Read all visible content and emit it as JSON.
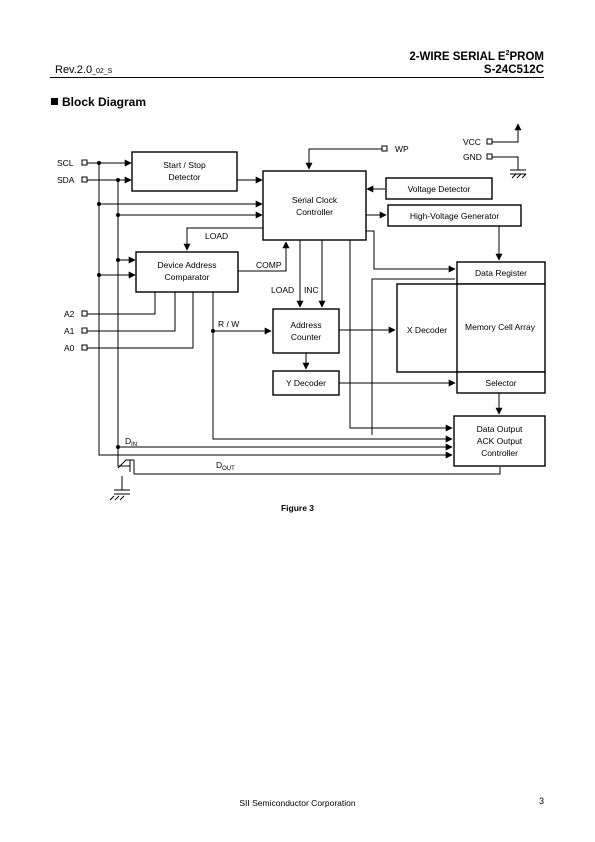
{
  "header": {
    "revision": "Rev.2.0",
    "revision_suffix": "_02_S",
    "title_main": "2-WIRE SERIAL E",
    "title_sup": "2",
    "title_tail": "PROM",
    "part_number": "S-24C512C"
  },
  "section_title": "Block Diagram",
  "diagram": {
    "blocks": {
      "start_stop": [
        "Start / Stop",
        "Detector"
      ],
      "serial_clock": [
        "Serial Clock",
        "Controller"
      ],
      "voltage_detector": [
        "Voltage Detector"
      ],
      "hv_generator": [
        "High-Voltage Generator"
      ],
      "device_addr": [
        "Device Address",
        "Comparator"
      ],
      "data_register": [
        "Data Register"
      ],
      "x_decoder": [
        "X Decoder"
      ],
      "memory_array": [
        "Memory Cell Array"
      ],
      "address_counter": [
        "Address",
        "Counter"
      ],
      "y_decoder": [
        "Y Decoder"
      ],
      "selector": [
        "Selector"
      ],
      "data_output": [
        "Data Output",
        "ACK Output",
        "Controller"
      ]
    },
    "pins": {
      "scl": "SCL",
      "sda": "SDA",
      "a2": "A2",
      "a1": "A1",
      "a0": "A0",
      "wp": "WP",
      "vcc": "VCC",
      "gnd": "GND"
    },
    "signals": {
      "load_top": "LOAD",
      "comp": "COMP",
      "load_bottom": "LOAD",
      "inc": "INC",
      "rw": "R / W",
      "din_main": "D",
      "din_sub": "IN",
      "dout_main": "D",
      "dout_sub": "OUT"
    }
  },
  "caption": "Figure 3",
  "footer": {
    "company": "SII Semiconductor Corporation",
    "page_number": "3"
  }
}
